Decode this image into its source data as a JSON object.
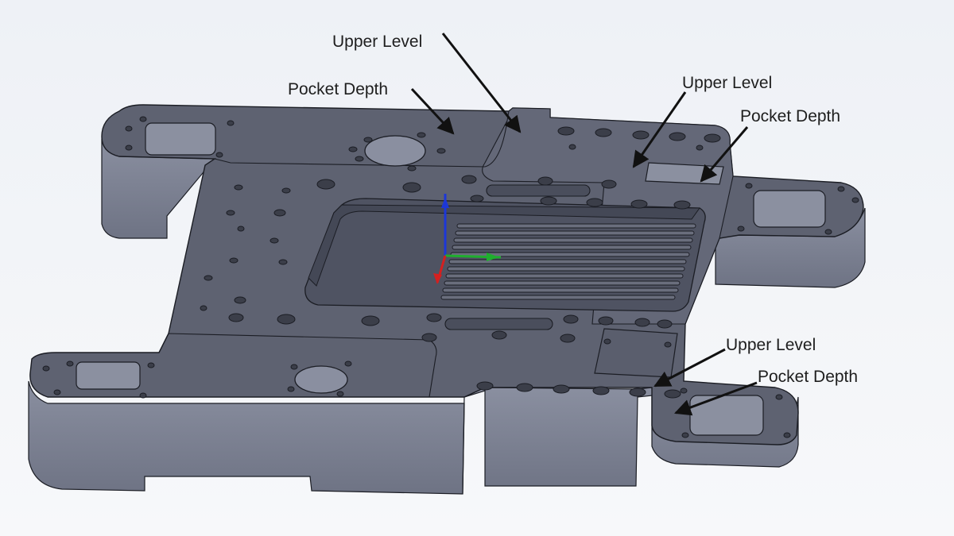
{
  "colors": {
    "background": "#e9edf3",
    "part_top": "#5d6170",
    "part_side": "#808596",
    "pocket_floor": "#4f5361",
    "edge": "#1b1d24",
    "arrow": "#111111",
    "axis_x": "#d42020",
    "axis_y": "#1fae2e",
    "axis_z": "#1c37d8"
  },
  "callouts": [
    {
      "id": "upper-level-top",
      "text": "Upper Level"
    },
    {
      "id": "pocket-depth-top-left",
      "text": "Pocket Depth"
    },
    {
      "id": "upper-level-right",
      "text": "Upper Level"
    },
    {
      "id": "pocket-depth-right",
      "text": "Pocket Depth"
    },
    {
      "id": "upper-level-bottom-right",
      "text": "Upper Level"
    },
    {
      "id": "pocket-depth-bottom-right",
      "text": "Pocket Depth"
    }
  ],
  "icons": [
    "axis-triad-icon",
    "callout-arrow-icon"
  ]
}
